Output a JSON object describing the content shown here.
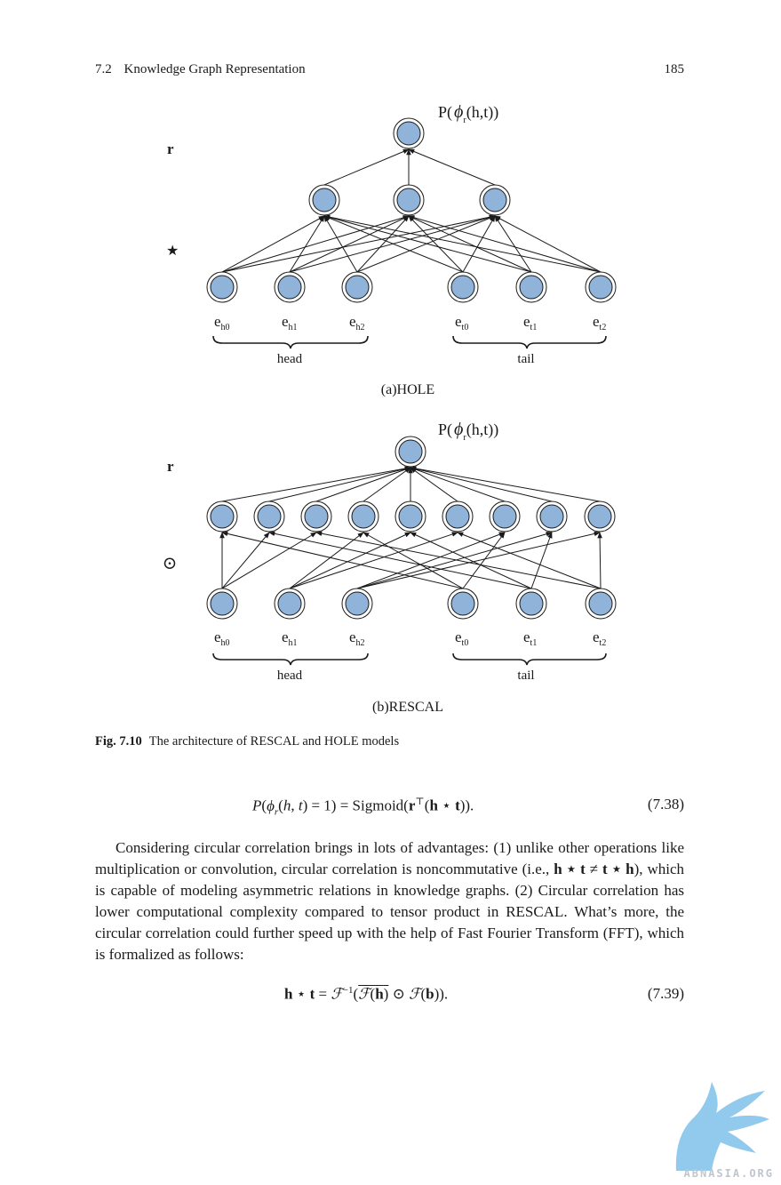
{
  "header": {
    "section": "7.2",
    "title": "Knowledge Graph Representation",
    "page": "185"
  },
  "figure": {
    "output_label_prefix": "P(",
    "phi": "ϕ",
    "phi_sub": "r",
    "output_label_args": "(h,t))",
    "relation_label": "r",
    "panel_a": {
      "op_symbol": "★",
      "entities": [
        {
          "base": "e",
          "sub": "h0"
        },
        {
          "base": "e",
          "sub": "h1"
        },
        {
          "base": "e",
          "sub": "h2"
        },
        {
          "base": "e",
          "sub": "t0"
        },
        {
          "base": "e",
          "sub": "t1"
        },
        {
          "base": "e",
          "sub": "t2"
        }
      ],
      "group_head": "head",
      "group_tail": "tail",
      "caption": "(a)HOLE"
    },
    "panel_b": {
      "op_symbol": "⊙",
      "entities": [
        {
          "base": "e",
          "sub": "h0"
        },
        {
          "base": "e",
          "sub": "h1"
        },
        {
          "base": "e",
          "sub": "h2"
        },
        {
          "base": "e",
          "sub": "t0"
        },
        {
          "base": "e",
          "sub": "t1"
        },
        {
          "base": "e",
          "sub": "t2"
        }
      ],
      "group_head": "head",
      "group_tail": "tail",
      "caption": "(b)RESCAL"
    },
    "node_fill": "#8fb3d9"
  },
  "caption": {
    "label": "Fig. 7.10",
    "text": "The architecture of RESCAL and HOLE models"
  },
  "eq38": {
    "number": "(7.38)"
  },
  "paragraph": {
    "p1": "Considering circular correlation brings in lots of advantages: (1) unlike other operations like multiplication or convolution, circular correlation is noncommutative (i.e., ",
    "expr1": "h ⋆ t",
    "neq": " ≠ ",
    "expr2": "t ⋆ h",
    "p2": "), which is capable of modeling asymmetric relations in knowledge graphs. (2) Circular correlation has lower computational complexity compared to tensor product in RESCAL. What’s more, the circular correlation could further speed up with the help of Fast Fourier Transform (FFT), which is formalized as follows:"
  },
  "eq39": {
    "number": "(7.39)"
  },
  "watermark": {
    "text": "ABNASIA.ORG"
  }
}
